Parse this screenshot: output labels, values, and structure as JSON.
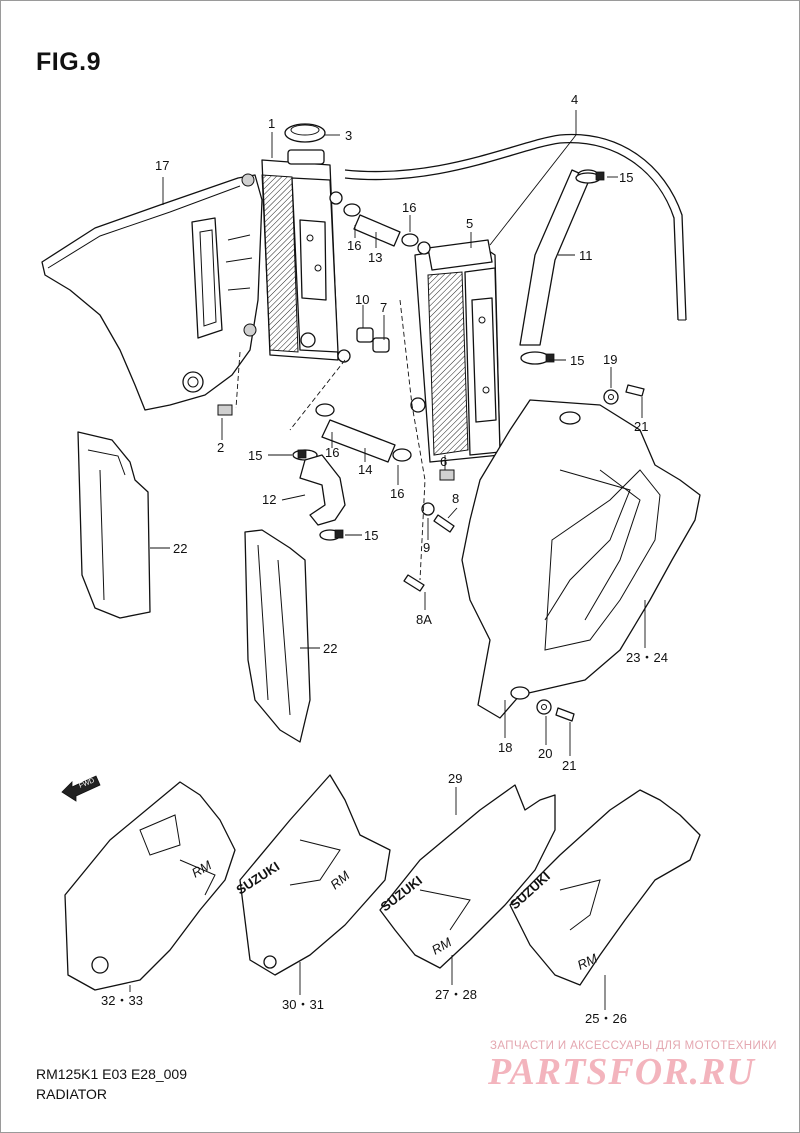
{
  "figure": {
    "title": "FIG.9"
  },
  "footer": {
    "model_code": "RM125K1 E03 E28_009",
    "section_name": "RADIATOR"
  },
  "watermark": {
    "tagline": "ЗАПЧАСТИ И АКСЕССУАРЫ ДЛЯ МОТОТЕХНИКИ",
    "brand": "PARTSFOR.RU"
  },
  "fwd_label": "FWD",
  "decal_text": {
    "suzuki": "SUZUKI",
    "rm": "RM"
  },
  "callouts": [
    {
      "id": "c1",
      "text": "1"
    },
    {
      "id": "c2",
      "text": "2"
    },
    {
      "id": "c3",
      "text": "3"
    },
    {
      "id": "c4",
      "text": "4"
    },
    {
      "id": "c5",
      "text": "5"
    },
    {
      "id": "c6",
      "text": "6"
    },
    {
      "id": "c7",
      "text": "7"
    },
    {
      "id": "c8",
      "text": "8"
    },
    {
      "id": "c8a",
      "text": "8A"
    },
    {
      "id": "c9",
      "text": "9"
    },
    {
      "id": "c10",
      "text": "10"
    },
    {
      "id": "c11",
      "text": "11"
    },
    {
      "id": "c12",
      "text": "12"
    },
    {
      "id": "c13",
      "text": "13"
    },
    {
      "id": "c14",
      "text": "14"
    },
    {
      "id": "c15a",
      "text": "15"
    },
    {
      "id": "c15b",
      "text": "15"
    },
    {
      "id": "c15c",
      "text": "15"
    },
    {
      "id": "c15d",
      "text": "15"
    },
    {
      "id": "c16a",
      "text": "16"
    },
    {
      "id": "c16b",
      "text": "16"
    },
    {
      "id": "c16c",
      "text": "16"
    },
    {
      "id": "c16d",
      "text": "16"
    },
    {
      "id": "c17",
      "text": "17"
    },
    {
      "id": "c18",
      "text": "18"
    },
    {
      "id": "c19",
      "text": "19"
    },
    {
      "id": "c20",
      "text": "20"
    },
    {
      "id": "c21a",
      "text": "21"
    },
    {
      "id": "c21b",
      "text": "21"
    },
    {
      "id": "c22a",
      "text": "22"
    },
    {
      "id": "c22b",
      "text": "22"
    },
    {
      "id": "c2324",
      "text": "23・24"
    },
    {
      "id": "c2526",
      "text": "25・26"
    },
    {
      "id": "c2728",
      "text": "27・28"
    },
    {
      "id": "c29",
      "text": "29"
    },
    {
      "id": "c3031",
      "text": "30・31"
    },
    {
      "id": "c3233",
      "text": "32・33"
    }
  ]
}
